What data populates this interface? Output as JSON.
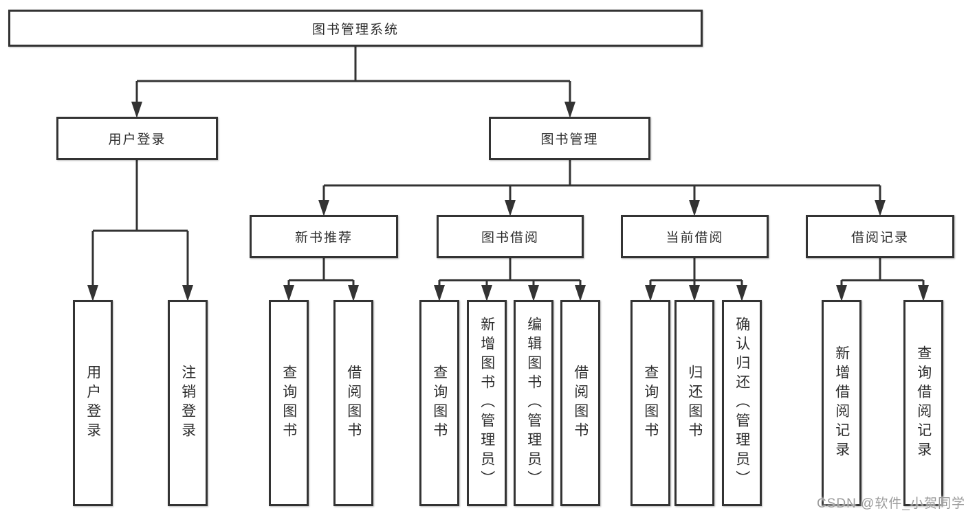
{
  "nodes": {
    "root": "图书管理系统",
    "user_login": "用户登录",
    "book_management": "图书管理",
    "new_book_recommendation": "新书推荐",
    "book_borrowing": "图书借阅",
    "current_borrowing": "当前借阅",
    "borrowing_records": "借阅记录",
    "leaf_user_login": "用户登录",
    "leaf_logout": "注销登录",
    "rec_query_books": "查询图书",
    "rec_borrow_books": "借阅图书",
    "bb_query_books": "查询图书",
    "bb_add_books": "新增图书（管理员）",
    "bb_edit_books": "编辑图书（管理员）",
    "bb_borrow_books": "借阅图书",
    "cb_query_books": "查询图书",
    "cb_return_books": "归还图书",
    "cb_confirm_return": "确认归还（管理员）",
    "br_add_record": "新增借阅记录",
    "br_query_record": "查询借阅记录"
  },
  "watermark": "CSDN @软件_小贺同学",
  "colors": {
    "line": "#333333",
    "box_border": "#333333",
    "text": "#2d2d2d",
    "watermark": "#9b9b9b",
    "background": "#ffffff"
  }
}
